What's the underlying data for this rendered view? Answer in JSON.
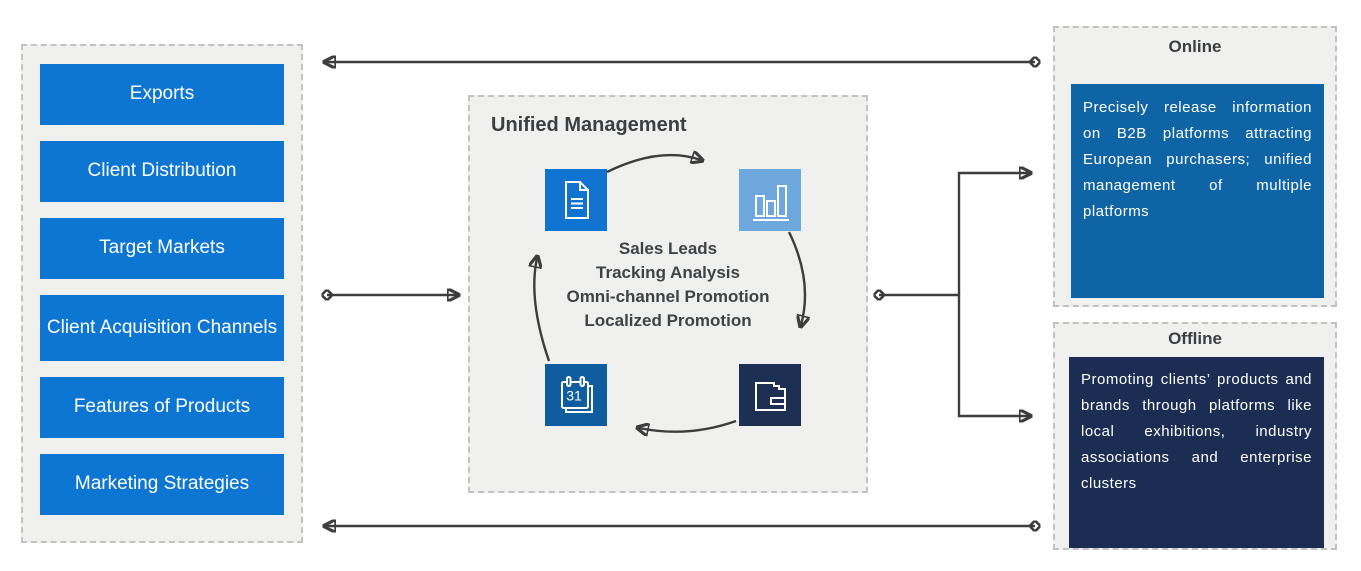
{
  "left_panel": {
    "items": [
      "Exports",
      "Client Distribution",
      "Target Markets",
      "Client Acquisition Channels",
      "Features of Products",
      "Marketing Strategies"
    ]
  },
  "center_panel": {
    "title": "Unified Management",
    "cycle_labels": [
      "Sales Leads",
      "Tracking Analysis",
      "Omni-channel Promotion",
      "Localized Promotion"
    ],
    "icons": [
      {
        "name": "document-icon",
        "color": "#1173d0"
      },
      {
        "name": "bar-chart-icon",
        "color": "#6ea7db"
      },
      {
        "name": "calendar-icon",
        "color": "#0f5d9e",
        "day": "31"
      },
      {
        "name": "folder-icon",
        "color": "#1d3054"
      }
    ]
  },
  "online_panel": {
    "title": "Online",
    "body": "Precisely release information on B2B platforms attracting European purchasers; unified management of multiple platforms",
    "box_color": "#0f64a5"
  },
  "offline_panel": {
    "title": "Offline",
    "body": "Promoting clients’ products and brands through platforms like local exhibitions, industry associations and enterprise clusters",
    "box_color": "#1b2d52"
  },
  "colors": {
    "button_blue": "#0d76d2",
    "arrow_gray": "#3d3d3d",
    "panel_background": "#f0f0ee"
  }
}
